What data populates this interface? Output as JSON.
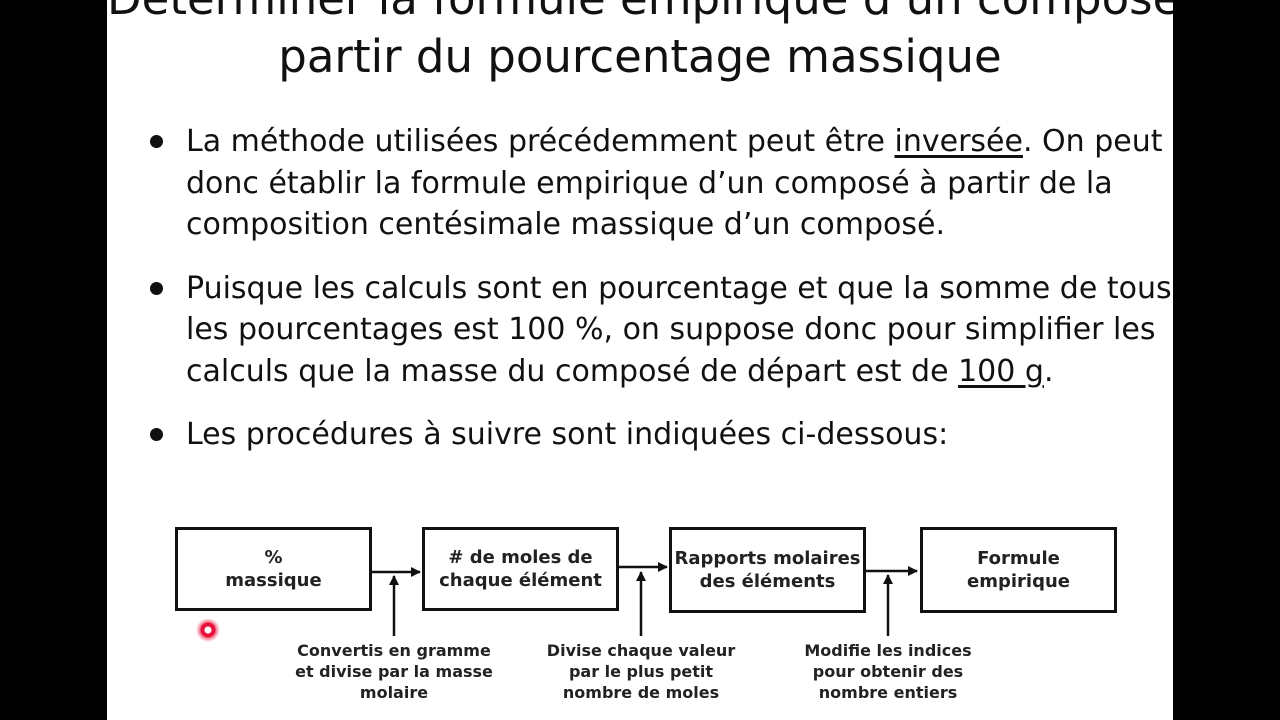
{
  "slide": {
    "title_line1": "Déterminer la formule empirique d’un composé à",
    "title_line2": "partir du pourcentage massique",
    "bullets": [
      {
        "before": "La méthode utilisées précédemment peut être ",
        "underlined": "inversée",
        "after": ". On peut",
        "line2": "donc établir la formule empirique d’un composé à partir de la",
        "line3": "composition centésimale massique d’un composé."
      },
      {
        "line1": "Puisque les calculs sont en pourcentage et que la somme de tous",
        "line2": "les pourcentages est 100 %, on suppose donc  pour simplifier les",
        "line3_before": "calculs que la masse du composé de départ est de ",
        "line3_underlined": "100 g",
        "line3_after": "."
      },
      {
        "line1": "Les procédures à suivre sont indiquées ci-dessous:"
      }
    ],
    "flow": {
      "boxes": [
        {
          "line1": "%",
          "line2": "massique"
        },
        {
          "line1": "# de moles de",
          "line2": "chaque élément"
        },
        {
          "line1": "Rapports molaires",
          "line2": "des éléments"
        },
        {
          "line1": "Formule",
          "line2": "empirique"
        }
      ],
      "notes": [
        {
          "line1": "Convertis en gramme",
          "line2": "et divise par la masse",
          "line3": "molaire"
        },
        {
          "line1": "Divise chaque valeur",
          "line2": "par le plus petit",
          "line3": "nombre de moles"
        },
        {
          "line1": "Modifie les indices",
          "line2": "pour obtenir des",
          "line3": "nombre entiers"
        }
      ]
    }
  },
  "colors": {
    "background": "#000000",
    "slide": "#ffffff",
    "text": "#111111",
    "cursor": "#e8123a"
  },
  "icons": {
    "cursor": "red-pointer-dot-icon"
  }
}
